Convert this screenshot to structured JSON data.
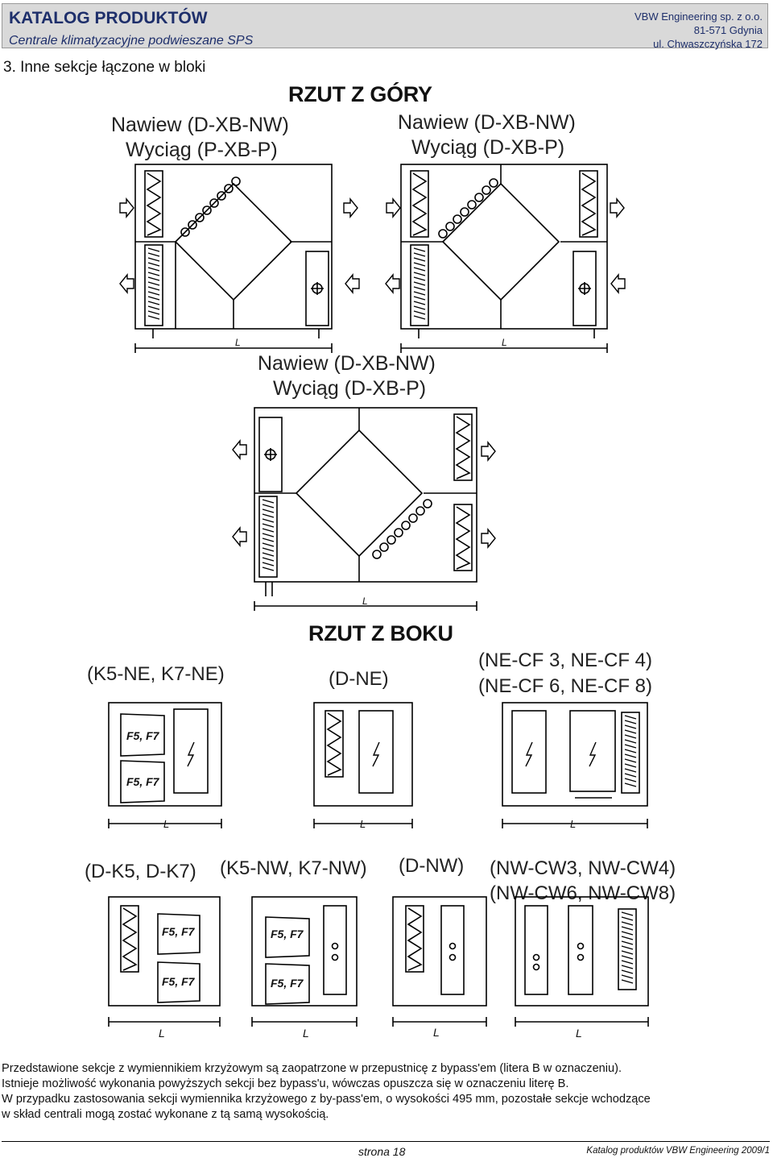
{
  "header": {
    "title": "KATALOG PRODUKTÓW",
    "subtitle": "Centrale klimatyzacyjne podwieszane SPS",
    "company": "VBW Engineering sp. z o.o.",
    "postal": "81-571 Gdynia",
    "street": "ul. Chwaszczyńska 172"
  },
  "section_title": "3. Inne sekcje łączone w bloki",
  "top_view": {
    "heading": "RZUT Z GÓRY",
    "units": [
      {
        "line1": "Nawiew (D-XB-NW)",
        "line2": "Wyciąg (P-XB-P)"
      },
      {
        "line1": "Nawiew (D-XB-NW)",
        "line2": "Wyciąg (D-XB-P)"
      },
      {
        "line1": "Nawiew (D-XB-NW)",
        "line2": "Wyciąg (D-XB-P)"
      }
    ]
  },
  "side_view": {
    "heading": "RZUT Z BOKU",
    "row1": [
      "(K5-NE, K7-NE)",
      "(D-NE)",
      "(NE-CF 3, NE-CF 4)",
      "(NE-CF 6, NE-CF 8)"
    ],
    "row2": [
      "(D-K5, D-K7)",
      "(K5-NW, K7-NW)",
      "(D-NW)",
      "(NW-CW3, NW-CW4)",
      "(NW-CW6, NW-CW8)"
    ]
  },
  "filter_label": "F5, F7",
  "dim_label": "L",
  "description": [
    "Przedstawione sekcje z wymiennikiem krzyżowym są  zaopatrzone w przepustnicę z bypass'em (litera B w oznaczeniu).",
    "Istnieje możliwość wykonania powyższych sekcji bez bypass'u, wówczas opuszcza  się w oznaczeniu literę B.",
    "W przypadku zastosowania sekcji wymiennika krzyżowego z by-pass'em, o wysokości 495 mm, pozostałe sekcje wchodzące",
    "w skład centrali mogą zostać wykonane z tą samą wysokością."
  ],
  "footer": {
    "page": "strona 18",
    "catalog": "Katalog produktów VBW Engineering 2009/1"
  }
}
